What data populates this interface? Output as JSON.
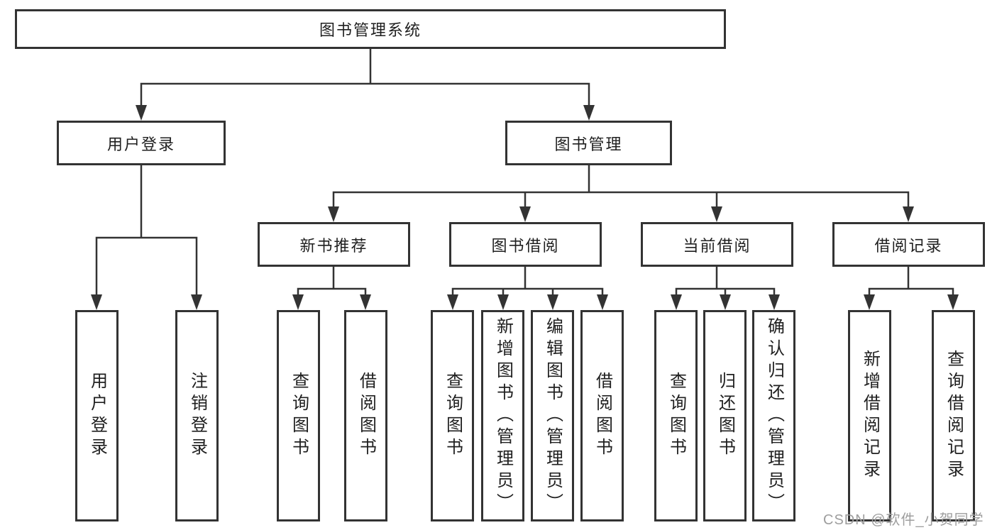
{
  "tree": {
    "label": "图书管理系统",
    "children": [
      {
        "label": "用户登录",
        "children": [
          {
            "label": "用户登录"
          },
          {
            "label": "注销登录"
          }
        ]
      },
      {
        "label": "图书管理",
        "children": [
          {
            "label": "新书推荐",
            "children": [
              {
                "label": "查询图书"
              },
              {
                "label": "借阅图书"
              }
            ]
          },
          {
            "label": "图书借阅",
            "children": [
              {
                "label": "查询图书"
              },
              {
                "label": "新增图书（管理员）"
              },
              {
                "label": "编辑图书（管理员）"
              },
              {
                "label": "借阅图书"
              }
            ]
          },
          {
            "label": "当前借阅",
            "children": [
              {
                "label": "查询图书"
              },
              {
                "label": "归还图书"
              },
              {
                "label": "确认归还（管理员）"
              }
            ]
          },
          {
            "label": "借阅记录",
            "children": [
              {
                "label": "新增借阅记录"
              },
              {
                "label": "查询借阅记录"
              }
            ]
          }
        ]
      }
    ]
  },
  "watermark": {
    "text": "CSDN @软件_小贺同学"
  },
  "colors": {
    "line": "#333333",
    "border": "#333333",
    "text": "#1f1f1f",
    "watermark": "#9e9e9e",
    "background": "#ffffff"
  }
}
